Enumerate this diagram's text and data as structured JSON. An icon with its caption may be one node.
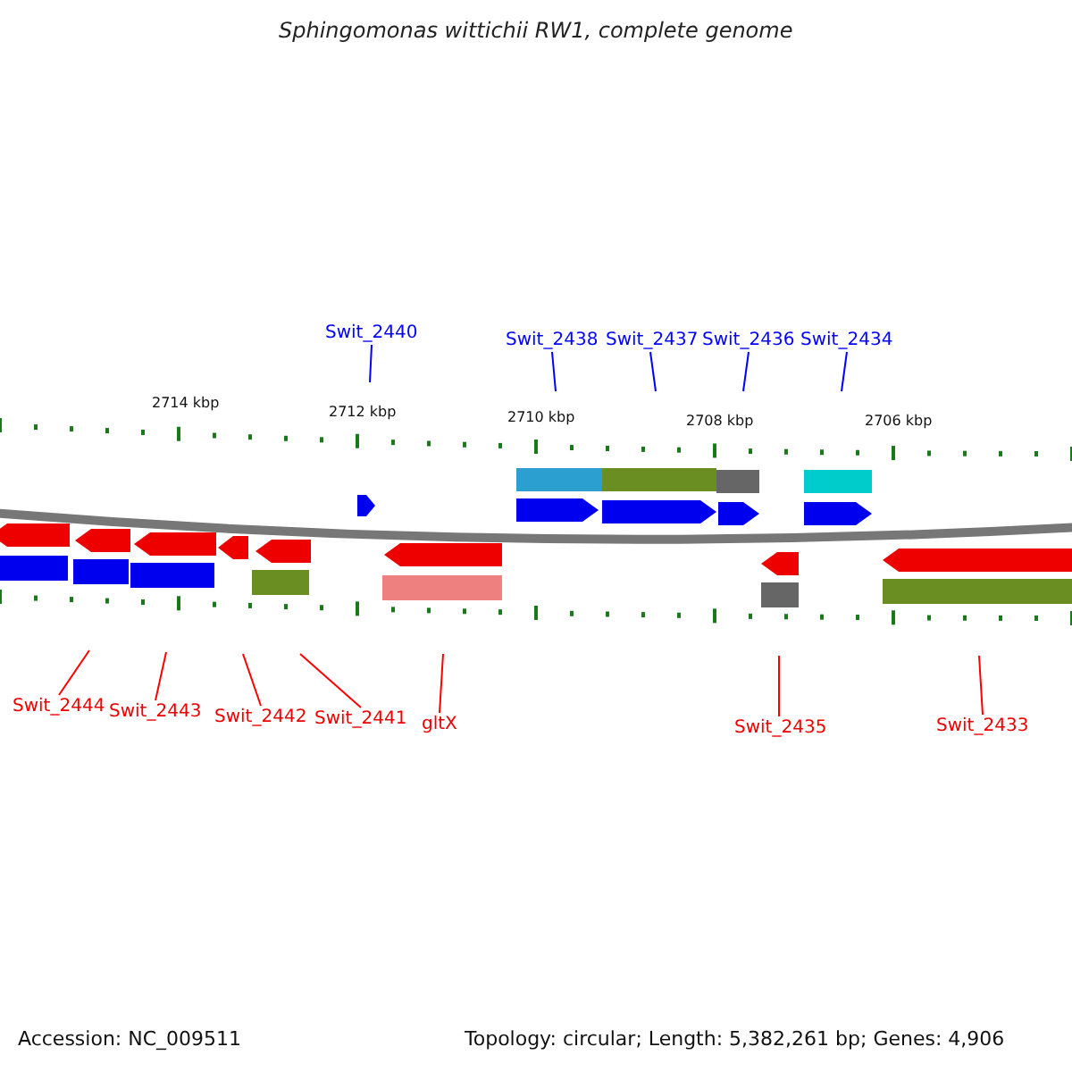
{
  "diagram": {
    "title": "Sphingomonas wittichii RW1, complete genome",
    "nodes": [
      {
        "text": [
          "Swit_2440"
        ]
      },
      {
        "text": [
          "Swit_2438"
        ]
      },
      {
        "text": [
          "Swit_2437"
        ]
      },
      {
        "text": [
          "Swit_2436"
        ]
      },
      {
        "text": [
          "Swit_2434"
        ]
      },
      {
        "text": [
          "Swit_2444"
        ]
      },
      {
        "text": [
          "Swit_2443"
        ]
      },
      {
        "text": [
          "Swit_2442"
        ]
      },
      {
        "text": [
          "Swit_2441"
        ]
      },
      {
        "text": [
          "gltX"
        ]
      },
      {
        "text": [
          "Swit_2435"
        ]
      },
      {
        "text": [
          "Swit_2433"
        ]
      }
    ],
    "edges": [
      {
        "from": 0,
        "to": null,
        "arrow": "none",
        "color": "#0000ff"
      },
      {
        "from": 1,
        "to": null,
        "arrow": "none",
        "color": "#0000ff"
      },
      {
        "from": 2,
        "to": null,
        "arrow": "none",
        "color": "#0000ff"
      },
      {
        "from": 3,
        "to": null,
        "arrow": "none",
        "color": "#0000ff"
      },
      {
        "from": 4,
        "to": null,
        "arrow": "none",
        "color": "#0000ff"
      },
      {
        "from": 5,
        "to": null,
        "arrow": "none"
      },
      {
        "from": 6,
        "to": null,
        "arrow": "none"
      },
      {
        "from": 7,
        "to": null,
        "arrow": "none"
      },
      {
        "from": 8,
        "to": null,
        "arrow": "none"
      },
      {
        "from": 9,
        "to": null,
        "arrow": "none"
      },
      {
        "from": 10,
        "to": null,
        "arrow": "none"
      },
      {
        "from": 11,
        "to": null,
        "arrow": "none"
      }
    ],
    "labels": [
      "2714 kbp",
      "2712 kbp",
      "2710 kbp",
      "2708 kbp",
      "2706 kbp",
      "Accession: NC_009511",
      "Topology: circular; Length: 5,382,261 bp; Genes: 4,906"
    ]
  }
}
